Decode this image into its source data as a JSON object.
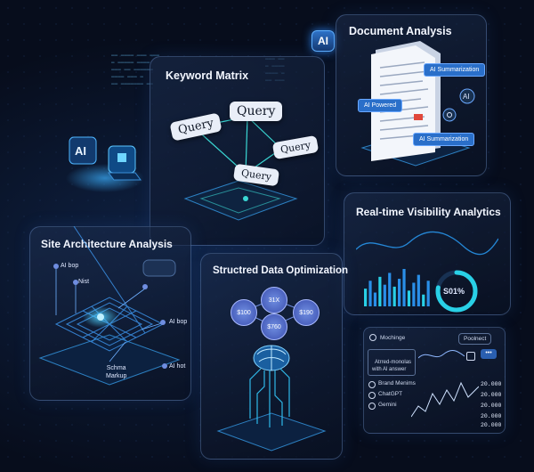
{
  "ai_badges": {
    "top": "AI",
    "left": "AI"
  },
  "keyword_matrix": {
    "title": "Keyword Matrix",
    "chips": [
      "Query",
      "Query",
      "Query",
      "Query"
    ]
  },
  "document_analysis": {
    "title": "Document Analysis",
    "tags": [
      "AI Summarization",
      "AI Powered",
      "AI Summarization"
    ],
    "ai_label": "AI"
  },
  "realtime": {
    "title": "Real-time Visibility Analytics",
    "gauge_label": "S01%",
    "gauge_fraction": 0.78,
    "bars": [
      18,
      26,
      14,
      30,
      22,
      34,
      20,
      28,
      38,
      16,
      24,
      32,
      12,
      26
    ],
    "panel": {
      "header_left": "Mochinge",
      "header_right": "Poolnect",
      "mention_label": "Atrred-monolas\nwith Al answer",
      "rows": [
        {
          "label": "Brand Menims",
          "value": "20.000"
        },
        {
          "label": "ChatGPT",
          "value": "20.000"
        },
        {
          "label": "Gemini",
          "value": "20.000"
        }
      ],
      "extra_values": [
        "20.000",
        "20.000"
      ]
    }
  },
  "site_architecture": {
    "title": "Site Architecture Analysis",
    "labels": [
      "AI bop",
      "Nist",
      "AI bop",
      "Schma\nMarkup",
      "AI hot"
    ]
  },
  "structured_data": {
    "title": "Structred Data Optimization",
    "nodes": [
      "31X",
      "$100",
      "$190",
      "$760"
    ]
  },
  "colors": {
    "accent": "#3aa0ff",
    "cyan": "#27d6e8",
    "bg": "#070d1c"
  }
}
